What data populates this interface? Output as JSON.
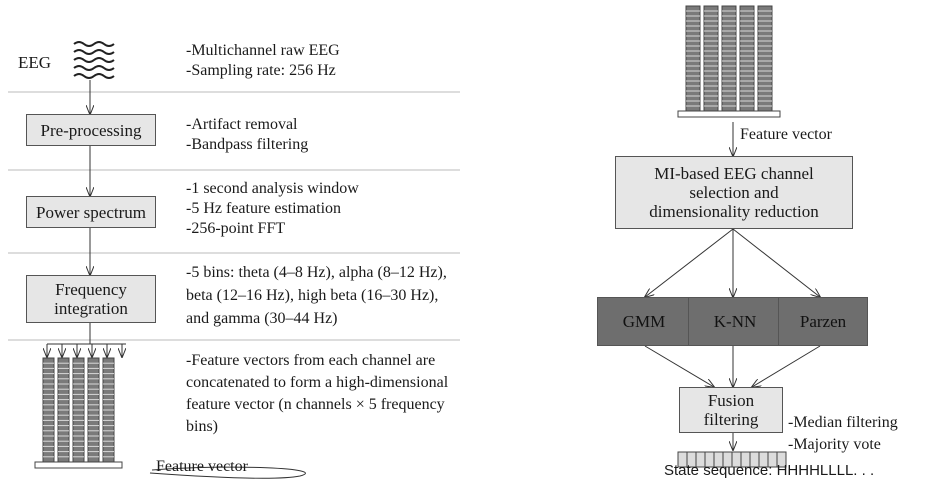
{
  "left": {
    "eeg_label": "EEG",
    "eeg_desc": [
      "-Multichannel raw EEG",
      "-Sampling rate: 256 Hz"
    ],
    "preprocessing": {
      "label": "Pre-processing",
      "desc": [
        "-Artifact removal",
        "-Bandpass filtering"
      ]
    },
    "power_spectrum": {
      "label": "Power spectrum",
      "desc": [
        "-1 second analysis window",
        "-5 Hz feature estimation",
        "-256-point FFT"
      ]
    },
    "frequency_integration": {
      "label": "Frequency\nintegration",
      "desc": [
        "-5 bins: theta (4–8 Hz), alpha (8–12 Hz),",
        "beta (12–16 Hz), high beta (16–30 Hz),",
        "and gamma (30–44 Hz)"
      ]
    },
    "feature_desc": [
      "-Feature vectors from each channel are",
      "concatenated to form a high-dimensional",
      "feature vector (n channels × 5 frequency",
      "bins)"
    ],
    "feature_vector_label": "Feature vector"
  },
  "right": {
    "feature_vector_label": "Feature vector",
    "mi_box": "MI-based EEG channel\nselection and\ndimensionality reduction",
    "classifiers": [
      "GMM",
      "K-NN",
      "Parzen"
    ],
    "fusion_box": "Fusion\nfiltering",
    "fusion_desc": [
      "-Median filtering",
      "-Majority vote"
    ],
    "state_sequence": "State sequence: HHHHLLLL. . ."
  },
  "colors": {
    "box_fill": "#e6e6e6",
    "classifier_fill": "#6e6e6e",
    "separator": "#bbbbbb",
    "stroke": "#555555"
  }
}
